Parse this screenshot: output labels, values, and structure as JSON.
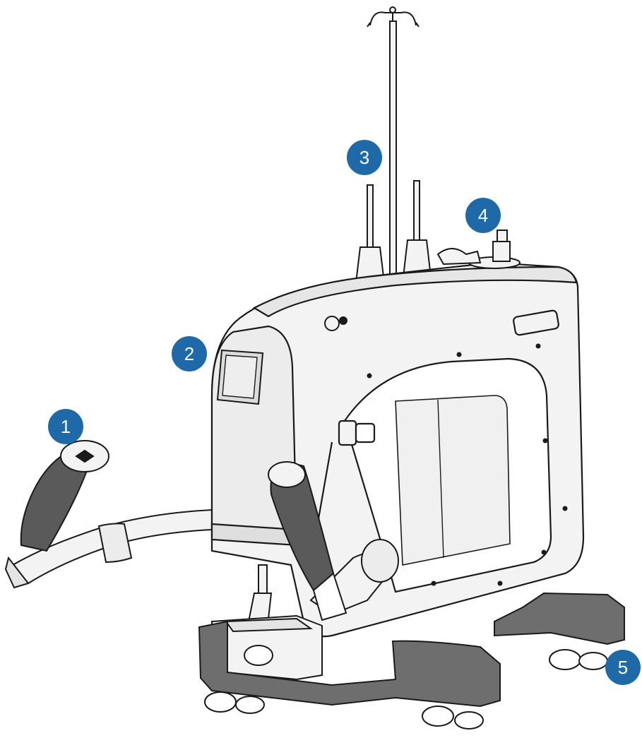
{
  "figure": {
    "subject": "longarm-quilting-machine-on-wheeled-base",
    "colors": {
      "callout": "#1e6aa8",
      "line": "#1a1a1a",
      "body": "#f3f3f3",
      "shade": "#dedede",
      "grip": "#5a5a5a",
      "feet": "#6e6e6e"
    },
    "callouts": [
      {
        "label": "1",
        "target": "rear-handle"
      },
      {
        "label": "2",
        "target": "touch-screen"
      },
      {
        "label": "3",
        "target": "thread-stand"
      },
      {
        "label": "4",
        "target": "thread-tension-assembly"
      },
      {
        "label": "5",
        "target": "carriage-feet"
      }
    ]
  }
}
